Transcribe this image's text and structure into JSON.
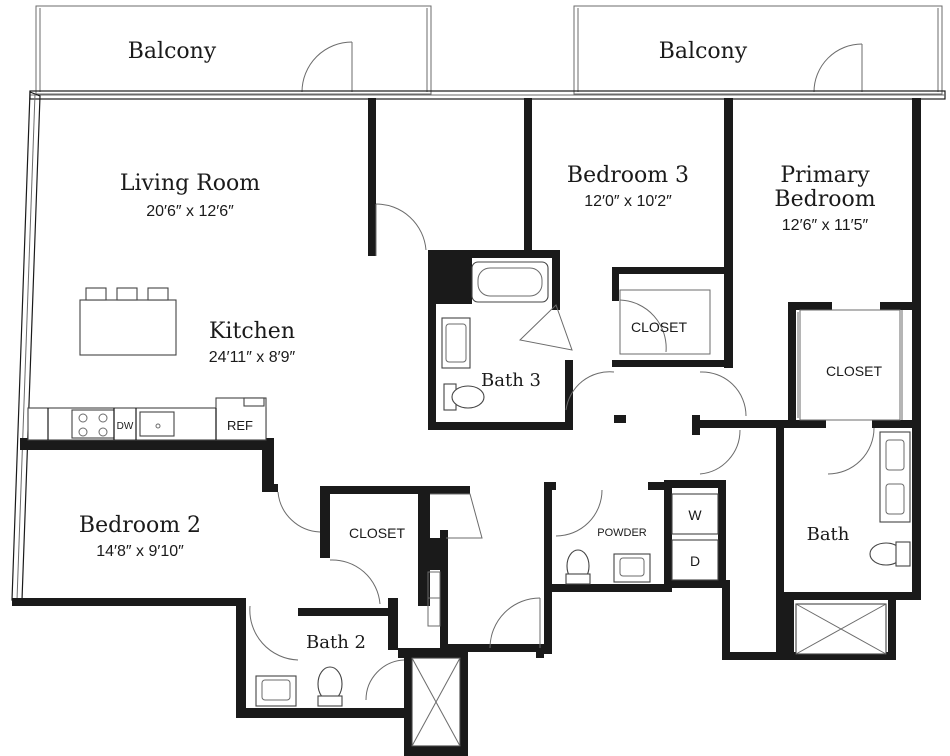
{
  "rooms": {
    "balcony_left": "Balcony",
    "balcony_right": "Balcony",
    "living_room": {
      "name": "Living Room",
      "dims": "20′6″ x 12′6″"
    },
    "kitchen": {
      "name": "Kitchen",
      "dims": "24′11″ x 8′9″"
    },
    "bedroom3": {
      "name": "Bedroom 3",
      "dims": "12′0″ x 10′2″"
    },
    "primary_bedroom": {
      "name_line1": "Primary",
      "name_line2": "Bedroom",
      "dims": "12′6″ x 11′5″"
    },
    "bedroom2": {
      "name": "Bedroom 2",
      "dims": "14′8″ x 9′10″"
    },
    "bath3": "Bath 3",
    "bath2": "Bath 2",
    "bath": "Bath"
  },
  "labels": {
    "closet_bed3": "CLOSET",
    "closet_primary": "CLOSET",
    "closet_bed2": "CLOSET",
    "powder": "POWDER",
    "washer": "W",
    "dryer": "D",
    "dishwasher": "DW",
    "refrigerator": "REF"
  }
}
